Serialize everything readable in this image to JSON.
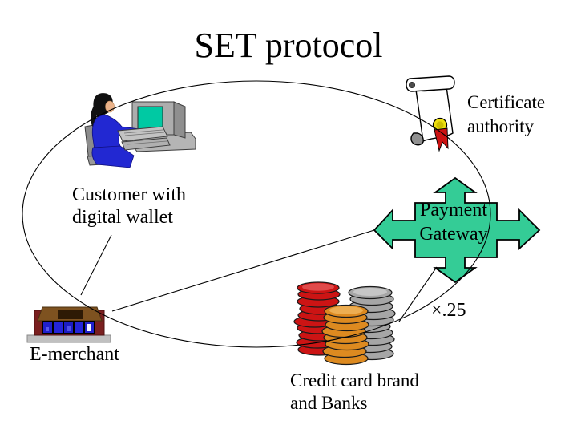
{
  "slide": {
    "title": "SET protocol"
  },
  "labels": {
    "customer": {
      "line1": "Customer with",
      "line2": "digital wallet"
    },
    "certificate": {
      "line1": "Certificate",
      "line2": "authority"
    },
    "gateway": {
      "line1": "Payment",
      "line2": "Gateway"
    },
    "merchant": {
      "label": "E-merchant"
    },
    "banks": {
      "line1": "Credit card brand",
      "line2": "and Banks"
    },
    "scale_note": "×.25"
  },
  "icons": {
    "customer": "person-at-computer-clipart",
    "certificate": "scroll-certificate-icon",
    "gateway": "four-way-arrow-cross",
    "merchant": "storefront-building-icon",
    "banks": "coin-stacks-icon"
  },
  "colors": {
    "background": "#FFFFFF",
    "text": "#000000",
    "line": "#000000",
    "gateway_green": "#34CC96",
    "coin_red": "#CC1414",
    "coin_gold": "#DD8A20",
    "coin_silver": "#A6A6A6",
    "building_red": "#7A1F1F",
    "awning_brown": "#7E5220",
    "screen_teal": "#00C9A3",
    "person_blue": "#2228D2",
    "seal_yellow": "#EDDF10",
    "ribbon_red": "#CC1111"
  }
}
